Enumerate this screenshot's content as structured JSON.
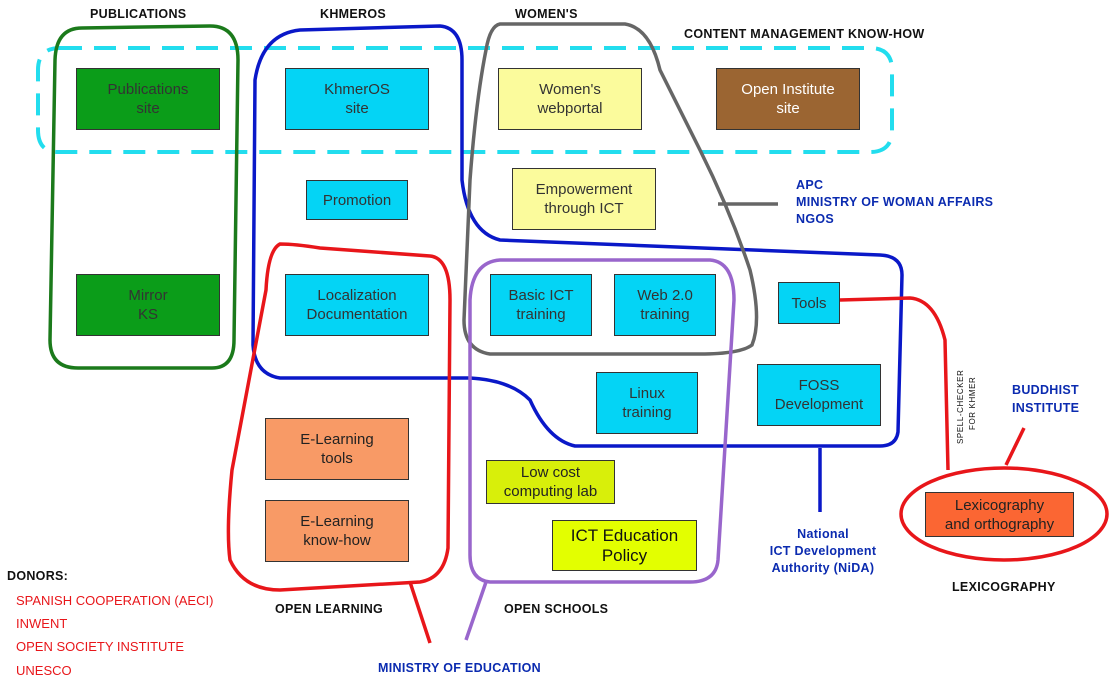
{
  "groups": {
    "publications": "PUBLICATIONS",
    "khmeros": "KHMEROS",
    "womens": "WOMEN'S",
    "content_management": "CONTENT MANAGEMENT KNOW-HOW",
    "open_learning": "OPEN LEARNING",
    "open_schools": "OPEN SCHOOLS",
    "lexicography": "LEXICOGRAPHY"
  },
  "boxes": {
    "publications_site": "Publications\nsite",
    "khmeros_site": "KhmerOS\nsite",
    "womens_webportal": "Women's\nwebportal",
    "open_institute_site": "Open Institute\nsite",
    "promotion": "Promotion",
    "empowerment": "Empowerment\nthrough ICT",
    "mirror_ks": "Mirror\nKS",
    "localization_documentation": "Localization\nDocumentation",
    "basic_ict_training": "Basic ICT\ntraining",
    "web20_training": "Web 2.0\ntraining",
    "tools": "Tools",
    "linux_training": "Linux\ntraining",
    "foss_development": "FOSS\nDevelopment",
    "elearning_tools": "E-Learning\ntools",
    "elearning_knowhow": "E-Learning\nknow-how",
    "low_cost_lab": "Low cost\ncomputing lab",
    "ict_education_policy": "ICT Education\nPolicy",
    "lexicography_orthography": "Lexicography\nand orthography"
  },
  "partners": {
    "apc": "APC",
    "ministry_woman_affairs": "MINISTRY OF WOMAN AFFAIRS",
    "ngos": "NGOS",
    "buddhist_institute_1": "BUDDHIST",
    "buddhist_institute_2": "INSTITUTE",
    "nida_1": "National",
    "nida_2": "ICT Development",
    "nida_3": "Authority (NiDA)",
    "ministry_education": "MINISTRY OF EDUCATION",
    "spell_checker_1": "SPELL-CHECKER",
    "spell_checker_2": "FOR KHMER"
  },
  "donors": {
    "heading": "DONORS:",
    "items": [
      "SPANISH COOPERATION (AECI)",
      "INWENT",
      "OPEN SOCIETY INSTITUTE",
      "UNESCO"
    ]
  },
  "colors": {
    "publications_outline": "#1b7a1b",
    "khmeros_outline": "#0a18c8",
    "womens_outline": "#666666",
    "content_management_outline": "#22ddee",
    "open_learning_outline": "#e8161a",
    "open_schools_outline": "#9966cc",
    "lexicography_outline": "#e8161a"
  }
}
